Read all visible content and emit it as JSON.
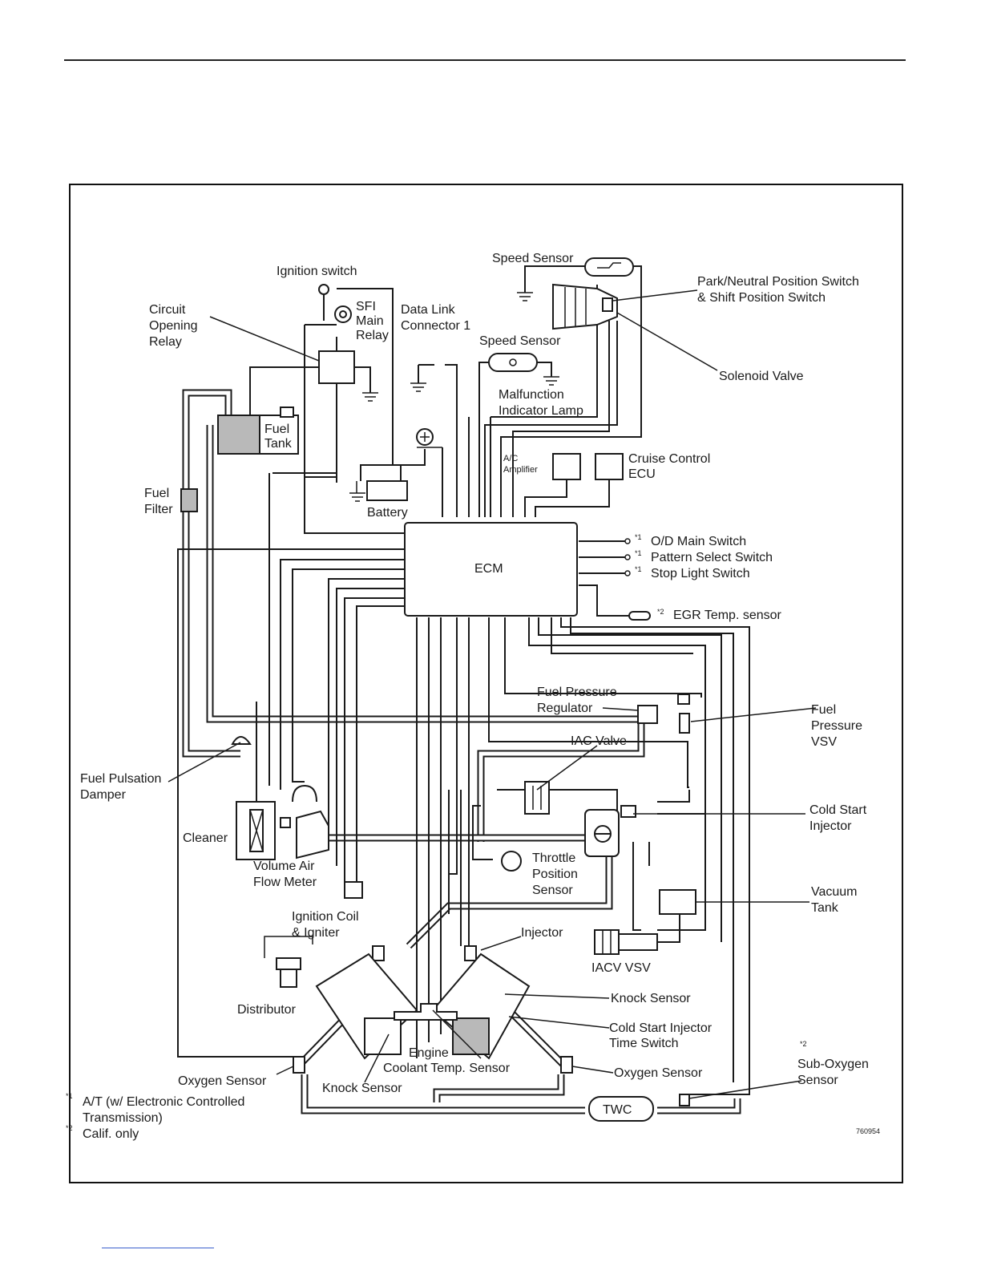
{
  "labels": {
    "ignition_switch": "Ignition switch",
    "sfi_main_relay_1": "SFI",
    "sfi_main_relay_2": "Main",
    "sfi_main_relay_3": "Relay",
    "data_link_connector_1": "Data Link",
    "data_link_connector_2": "Connector 1",
    "speed_sensor_top": "Speed Sensor",
    "park_neutral_1": "Park/Neutral Position Switch",
    "park_neutral_2": "& Shift Position Switch",
    "circuit_opening_relay_1": "Circuit",
    "circuit_opening_relay_2": "Opening",
    "circuit_opening_relay_3": "Relay",
    "speed_sensor_mid": "Speed Sensor",
    "solenoid_valve": "Solenoid Valve",
    "malfunction_lamp_1": "Malfunction",
    "malfunction_lamp_2": "Indicator Lamp",
    "fuel_tank_1": "Fuel",
    "fuel_tank_2": "Tank",
    "ac_amplifier_1": "A/C",
    "ac_amplifier_2": "Amplifier",
    "cruise_control_1": "Cruise Control",
    "cruise_control_2": "ECU",
    "fuel_filter_1": "Fuel",
    "fuel_filter_2": "Filter",
    "battery": "Battery",
    "ecm": "ECM",
    "od_main_switch": "O/D Main Switch",
    "pattern_select_switch": "Pattern Select Switch",
    "stop_light_switch": "Stop Light Switch",
    "egr_temp_sensor": "EGR Temp. sensor",
    "fuel_pressure_regulator_1": "Fuel Pressure",
    "fuel_pressure_regulator_2": "Regulator",
    "fuel_pressure_vsv_1": "Fuel",
    "fuel_pressure_vsv_2": "Pressure",
    "fuel_pressure_vsv_3": "VSV",
    "iac_valve": "IAC Valve",
    "fuel_pulsation_damper_1": "Fuel Pulsation",
    "fuel_pulsation_damper_2": "Damper",
    "cold_start_injector_1": "Cold Start",
    "cold_start_injector_2": "Injector",
    "cleaner": "Cleaner",
    "throttle_position_1": "Throttle",
    "throttle_position_2": "Position",
    "throttle_position_3": "Sensor",
    "volume_air_flow_1": "Volume Air",
    "volume_air_flow_2": "Flow Meter",
    "vacuum_tank_1": "Vacuum",
    "vacuum_tank_2": "Tank",
    "ignition_coil_1": "Ignition Coil",
    "ignition_coil_2": "& Igniter",
    "injector": "Injector",
    "iacv_vsv": "IACV VSV",
    "distributor": "Distributor",
    "knock_sensor_right": "Knock Sensor",
    "cold_start_time_switch_1": "Cold Start Injector",
    "cold_start_time_switch_2": "Time Switch",
    "engine_coolant_1": "Engine",
    "engine_coolant_2": "Coolant Temp. Sensor",
    "oxygen_sensor_left": "Oxygen Sensor",
    "oxygen_sensor_right": "Oxygen Sensor",
    "sub_oxygen_1": "Sub-Oxygen",
    "sub_oxygen_2": "Sensor",
    "knock_sensor_bottom": "Knock Sensor",
    "twc": "TWC",
    "fig_id": "760954"
  },
  "marks": {
    "one": "*1",
    "two": "*2"
  },
  "footnotes": {
    "n1_mark": "*1",
    "n1_line1": "A/T (w/ Electronic Controlled",
    "n1_line2": "Transmission)",
    "n2_mark": "*2",
    "n2_line1": "Calif. only"
  }
}
